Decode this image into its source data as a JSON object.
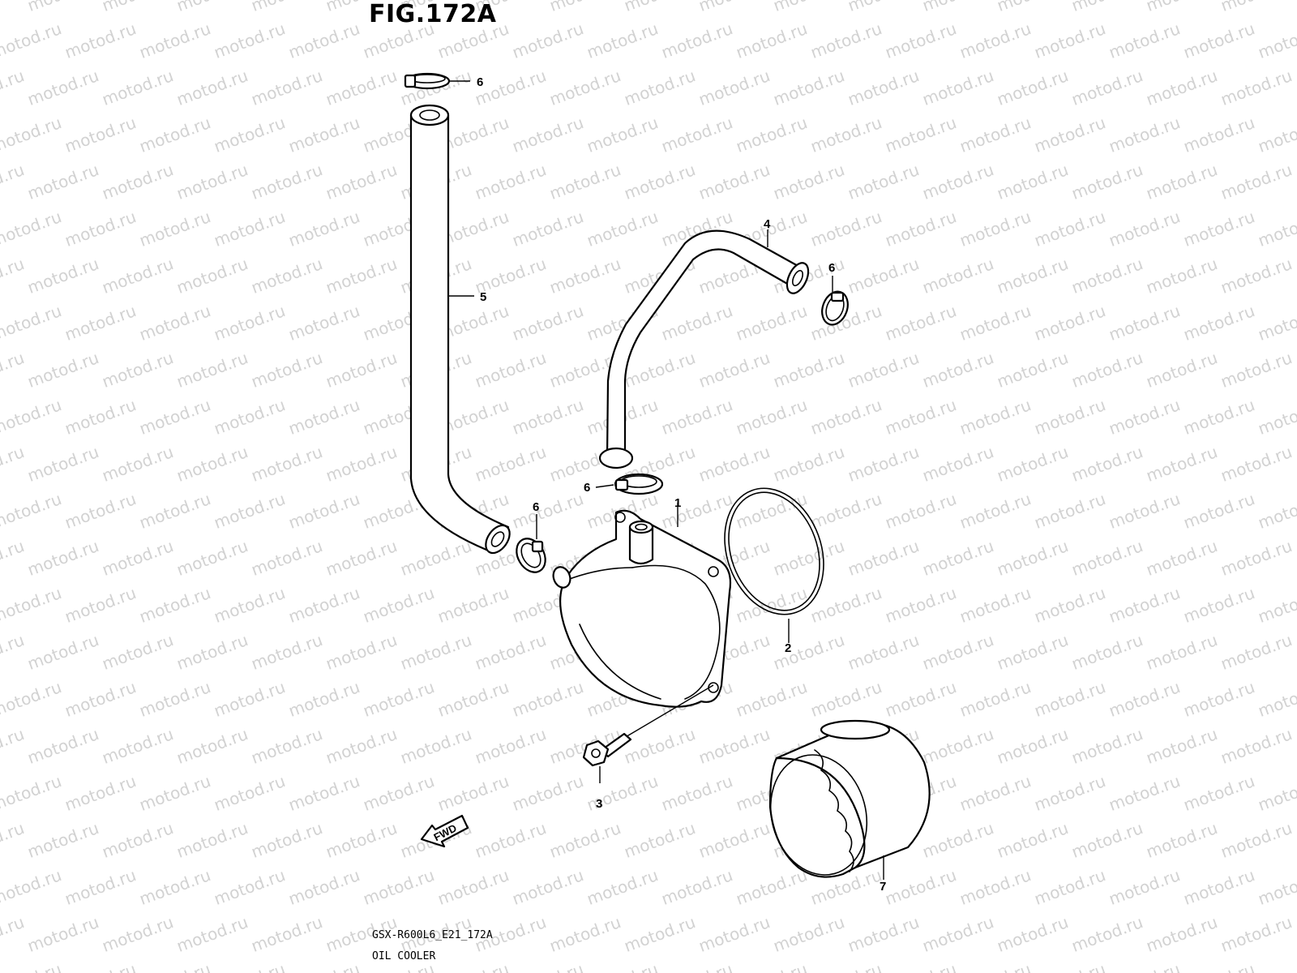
{
  "figure": {
    "title": "FIG.172A",
    "code": "GSX-R600L6_E21_172A",
    "name": "OIL COOLER"
  },
  "watermark": {
    "text": "motod.ru"
  },
  "fwd_label": "FWD",
  "callouts": {
    "c1": "1",
    "c2": "2",
    "c3": "3",
    "c4": "4",
    "c5": "5",
    "c6a": "6",
    "c6b": "6",
    "c6c": "6",
    "c6d": "6",
    "c7": "7"
  },
  "colors": {
    "line": "#000000",
    "watermark": "#d2d2d2",
    "background": "#ffffff"
  }
}
